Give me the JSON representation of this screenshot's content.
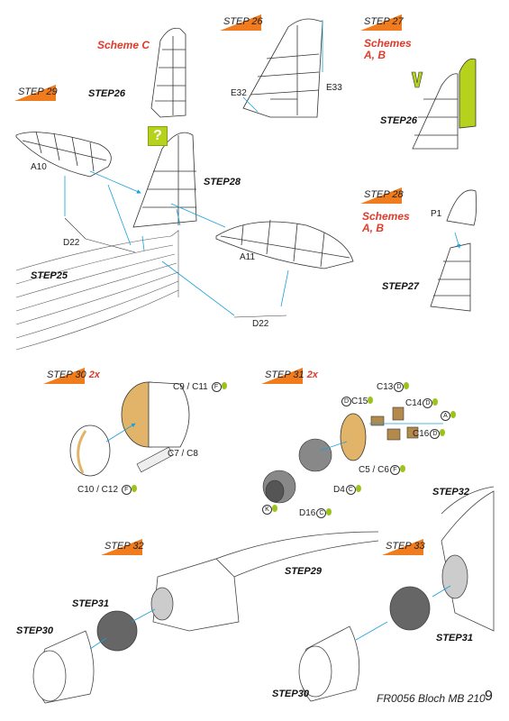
{
  "step_badges": {
    "s29": {
      "label": "STEP 29",
      "mult": ""
    },
    "s26": {
      "label": "STEP 26",
      "mult": ""
    },
    "s27": {
      "label": "STEP 27",
      "mult": ""
    },
    "s28": {
      "label": "STEP 28",
      "mult": ""
    },
    "s30": {
      "label": "STEP 30",
      "mult": "2x"
    },
    "s31": {
      "label": "STEP 31",
      "mult": "2x"
    },
    "s32": {
      "label": "STEP 32",
      "mult": ""
    },
    "s33": {
      "label": "STEP 33",
      "mult": ""
    }
  },
  "schemes": {
    "c": "Scheme C",
    "ab1_line1": "Schemes",
    "ab1_line2": "A, B",
    "ab2_line1": "Schemes",
    "ab2_line2": "A, B"
  },
  "step_refs": {
    "r26a": "STEP26",
    "r26b": "STEP26",
    "r28": "STEP28",
    "r25": "STEP25",
    "r27": "STEP27",
    "r32": "STEP32",
    "r29": "STEP29",
    "r31a": "STEP31",
    "r30a": "STEP30",
    "r31b": "STEP31",
    "r30b": "STEP30"
  },
  "parts": {
    "a10": "A10",
    "a11": "A11",
    "d22a": "D22",
    "d22b": "D22",
    "e32": "E32",
    "e33": "E33",
    "p1": "P1",
    "c9c11": "C9 / C11",
    "c7c8": "C7 / C8",
    "c10c12": "C10 / C12",
    "c13": "C13",
    "c14": "C14",
    "c15": "C15",
    "c16": "C16",
    "c5c6": "C5 / C6",
    "d4": "D4",
    "d16": "D16"
  },
  "circle_letters": {
    "f": "F",
    "d": "D",
    "c": "C",
    "a": "A",
    "k": "K"
  },
  "question_mark": "?",
  "footer": "FR0056 Bloch MB 210",
  "page_number": "9",
  "colors": {
    "orange": "#f07c1e",
    "red": "#e03a2a",
    "green": "#b7d21d",
    "cyan": "#1aa0d8",
    "tan": "#e2b46a"
  }
}
